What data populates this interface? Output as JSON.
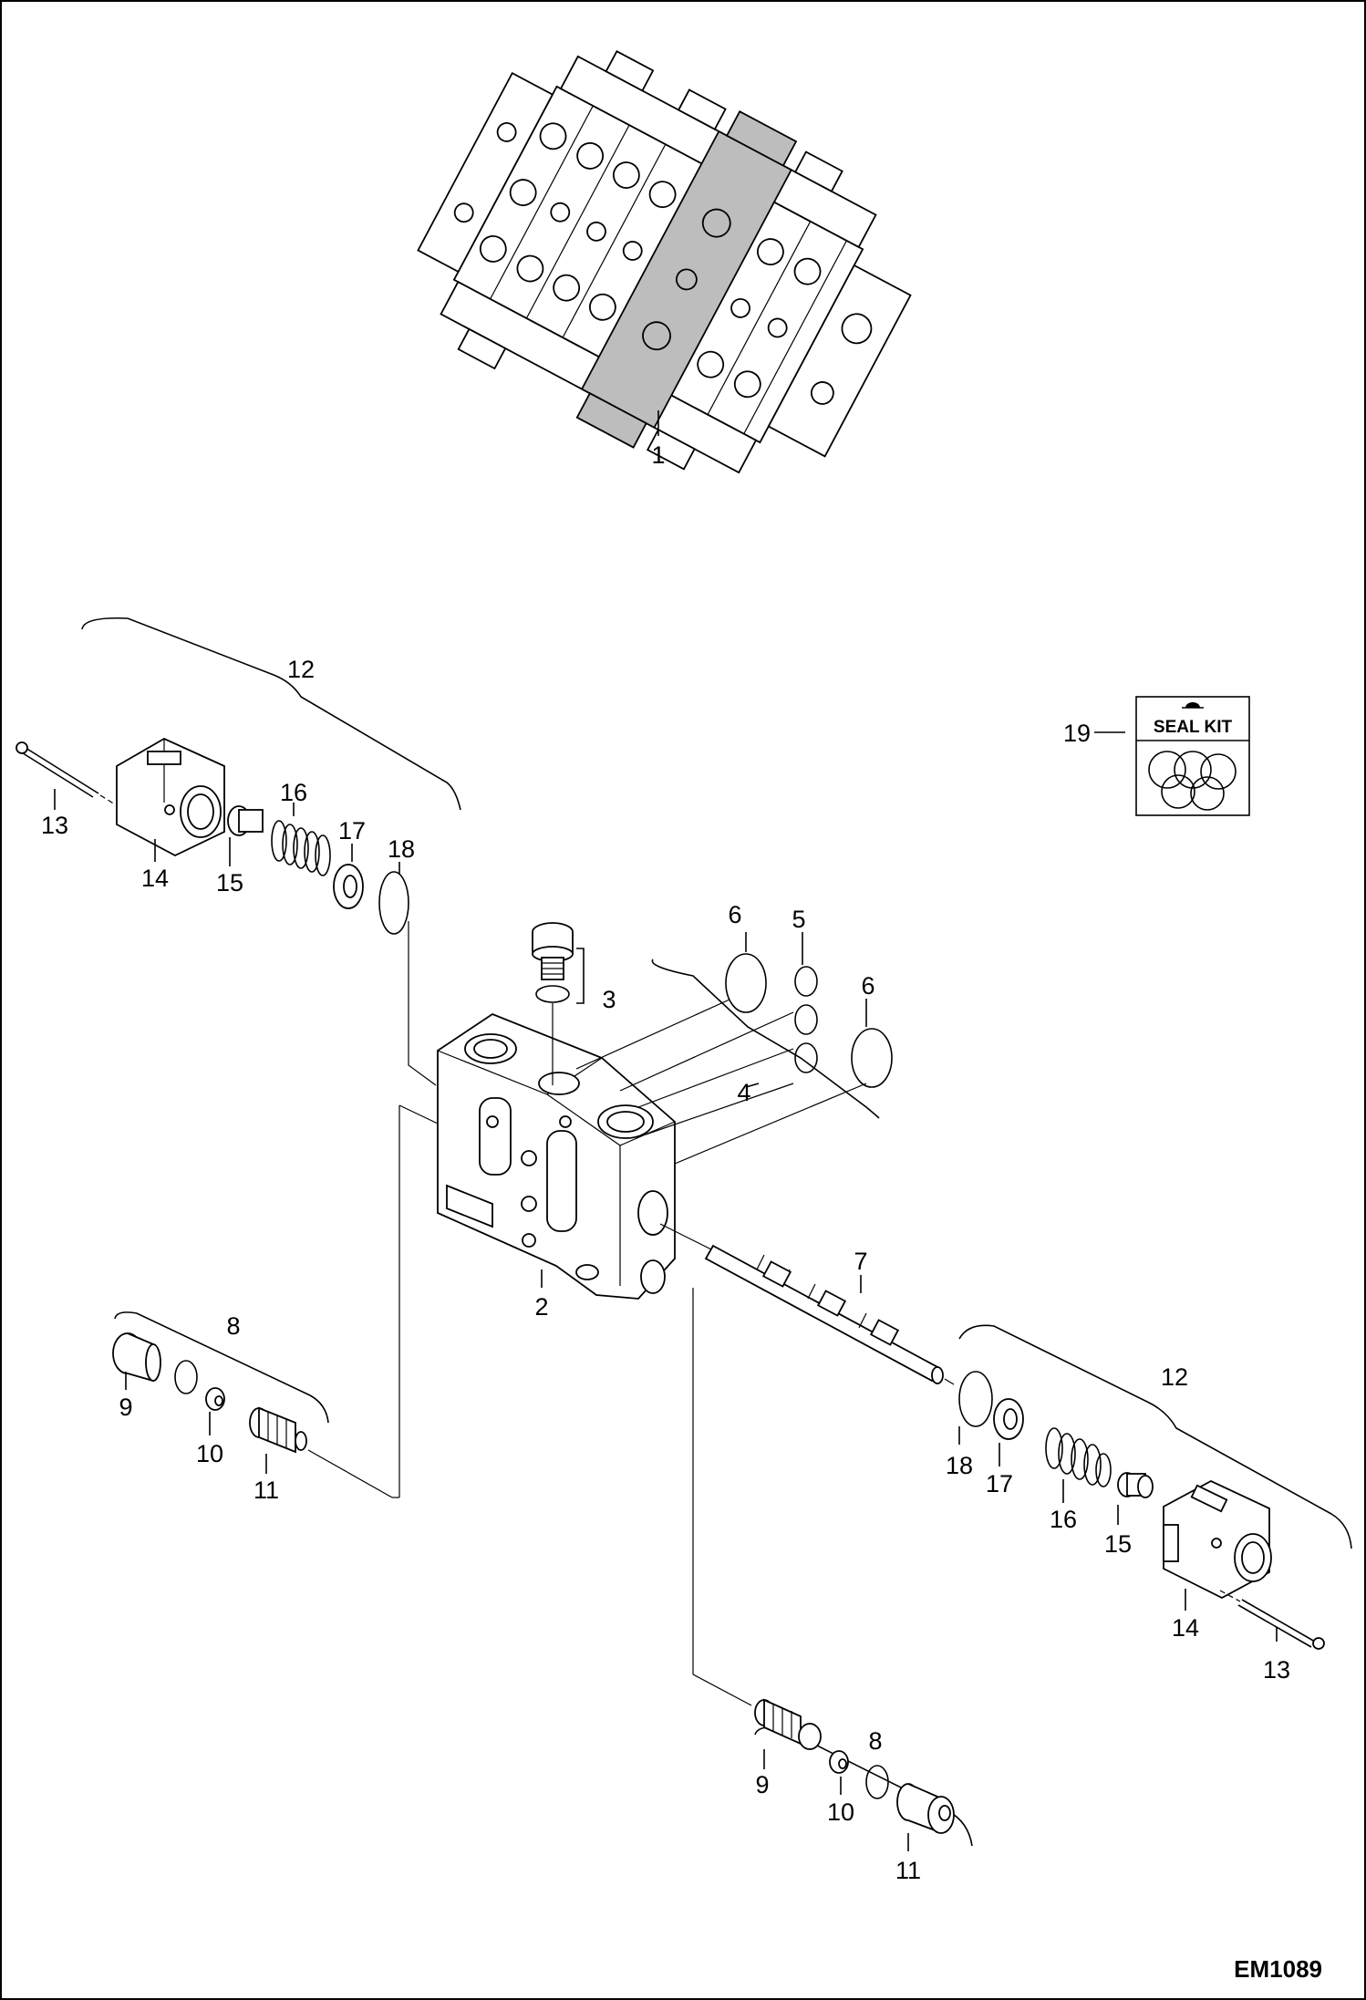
{
  "figure_id": "EM1089",
  "seal_kit": {
    "label": "SEAL KIT",
    "callout": "19"
  },
  "callouts": {
    "c1": "1",
    "c2": "2",
    "c3": "3",
    "c4": "4",
    "c5": "5",
    "c6a": "6",
    "c6b": "6",
    "c7": "7",
    "c8_left": "8",
    "c9_left": "9",
    "c10_left": "10",
    "c11_left": "11",
    "c12_left": "12",
    "c13_left": "13",
    "c14_left": "14",
    "c15_left": "15",
    "c16_left": "16",
    "c17_left": "17",
    "c18_left": "18",
    "c8_right": "8",
    "c9_right": "9",
    "c10_right": "10",
    "c11_right": "11",
    "c12_right": "12",
    "c13_right": "13",
    "c14_right": "14",
    "c15_right": "15",
    "c16_right": "16",
    "c17_right": "17",
    "c18_right": "18"
  }
}
